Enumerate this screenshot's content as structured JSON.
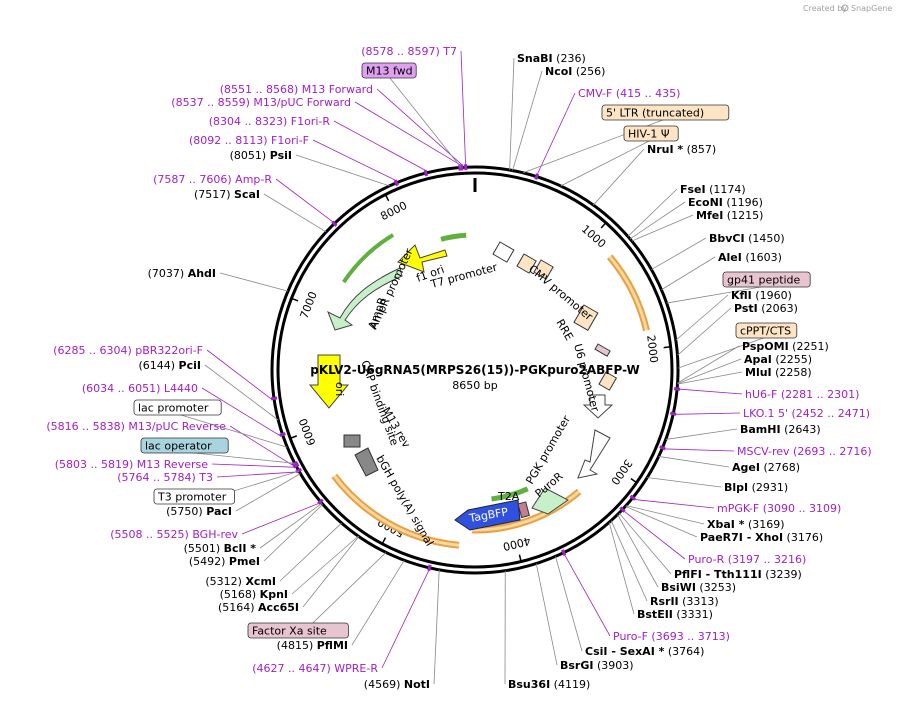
{
  "credit": {
    "text": "Created by",
    "brand": "SnapGene"
  },
  "plasmid": {
    "name": "pKLV2-U6gRNA5(MRPS26(15))-PGKpuro2ABFP-W",
    "length": "8650 bp"
  },
  "ticks": [
    "1000",
    "2000",
    "3000",
    "4000",
    "5000",
    "6000",
    "7000",
    "8000"
  ],
  "sites": [
    {
      "n": "SnaBI",
      "c": "(236)",
      "side": "r"
    },
    {
      "n": "NcoI",
      "c": "(256)",
      "side": "r"
    },
    {
      "n": "NruI *",
      "c": "(857)",
      "side": "r"
    },
    {
      "n": "FseI",
      "c": "(1174)",
      "side": "r"
    },
    {
      "n": "EcoNI",
      "c": "(1196)",
      "side": "r"
    },
    {
      "n": "MfeI",
      "c": "(1215)",
      "side": "r"
    },
    {
      "n": "BbvCI",
      "c": "(1450)",
      "side": "r"
    },
    {
      "n": "AleI",
      "c": "(1603)",
      "side": "r"
    },
    {
      "n": "KflI",
      "c": "(1960)",
      "side": "r"
    },
    {
      "n": "PstI",
      "c": "(2063)",
      "side": "r"
    },
    {
      "n": "PspOMI",
      "c": "(2251)",
      "side": "r"
    },
    {
      "n": "ApaI",
      "c": "(2255)",
      "side": "r"
    },
    {
      "n": "MluI",
      "c": "(2258)",
      "side": "r"
    },
    {
      "n": "BamHI",
      "c": "(2643)",
      "side": "r"
    },
    {
      "n": "AgeI",
      "c": "(2768)",
      "side": "r"
    },
    {
      "n": "BlpI",
      "c": "(2931)",
      "side": "r"
    },
    {
      "n": "XbaI *",
      "c": "(3169)",
      "side": "r"
    },
    {
      "n": "PaeR7I - XhoI",
      "c": "(3176)",
      "side": "r"
    },
    {
      "n": "PflFI - Tth111I",
      "c": "(3239)",
      "side": "r"
    },
    {
      "n": "BsiWI",
      "c": "(3253)",
      "side": "r"
    },
    {
      "n": "RsrII",
      "c": "(3313)",
      "side": "r"
    },
    {
      "n": "BstEII",
      "c": "(3331)",
      "side": "r"
    },
    {
      "n": "CsiI - SexAI *",
      "c": "(3764)",
      "side": "r"
    },
    {
      "n": "BsrGI",
      "c": "(3903)",
      "side": "r"
    },
    {
      "n": "Bsu36I",
      "c": "(4119)",
      "side": "r"
    },
    {
      "n": "NotI",
      "c": "(4569)",
      "side": "l"
    },
    {
      "n": "PflMI",
      "c": "(4815)",
      "side": "l"
    },
    {
      "n": "Acc65I",
      "c": "(5164)",
      "side": "l"
    },
    {
      "n": "KpnI",
      "c": "(5168)",
      "side": "l"
    },
    {
      "n": "XcmI",
      "c": "(5312)",
      "side": "l"
    },
    {
      "n": "PmeI",
      "c": "(5492)",
      "side": "l"
    },
    {
      "n": "BclI *",
      "c": "(5501)",
      "side": "l"
    },
    {
      "n": "PacI",
      "c": "(5750)",
      "side": "l"
    },
    {
      "n": "PciI",
      "c": "(6144)",
      "side": "l"
    },
    {
      "n": "AhdI",
      "c": "(7037)",
      "side": "l"
    },
    {
      "n": "ScaI",
      "c": "(7517)",
      "side": "l"
    },
    {
      "n": "PsiI",
      "c": "(8051)",
      "side": "l"
    }
  ],
  "primers": [
    {
      "n": "T7",
      "c": "(8578 .. 8597)",
      "side": "l"
    },
    {
      "n": "M13 Forward",
      "c": "(8551 .. 8568)",
      "side": "l"
    },
    {
      "n": "M13/pUC Forward",
      "c": "(8537 .. 8559)",
      "side": "l"
    },
    {
      "n": "F1ori-R",
      "c": "(8304 .. 8323)",
      "side": "l"
    },
    {
      "n": "F1ori-F",
      "c": "(8092 .. 8113)",
      "side": "l"
    },
    {
      "n": "Amp-R",
      "c": "(7587 .. 7606)",
      "side": "l"
    },
    {
      "n": "pBR322ori-F",
      "c": "(6285 .. 6304)",
      "side": "l"
    },
    {
      "n": "L4440",
      "c": "(6034 .. 6051)",
      "side": "l"
    },
    {
      "n": "M13/pUC Reverse",
      "c": "(5816 .. 5838)",
      "side": "l"
    },
    {
      "n": "M13 Reverse",
      "c": "(5803 .. 5819)",
      "side": "l"
    },
    {
      "n": "T3",
      "c": "(5764 .. 5784)",
      "side": "l"
    },
    {
      "n": "BGH-rev",
      "c": "(5508 .. 5525)",
      "side": "l"
    },
    {
      "n": "WPRE-R",
      "c": "(4627 .. 4647)",
      "side": "l"
    },
    {
      "n": "CMV-F",
      "c": "(415 .. 435)",
      "side": "r"
    },
    {
      "n": "hU6-F",
      "c": "(2281 .. 2301)",
      "side": "r"
    },
    {
      "n": "LKO.1 5'",
      "c": "(2452 .. 2471)",
      "side": "r"
    },
    {
      "n": "MSCV-rev",
      "c": "(2693 .. 2716)",
      "side": "r"
    },
    {
      "n": "mPGK-F",
      "c": "(3090 .. 3109)",
      "side": "r"
    },
    {
      "n": "Puro-R",
      "c": "(3197 .. 3216)",
      "side": "r"
    },
    {
      "n": "Puro-F",
      "c": "(3693 .. 3713)",
      "side": "r"
    }
  ],
  "boxes": [
    {
      "t": "M13 fwd",
      "fill": "#e0a0f0"
    },
    {
      "t": "5' LTR (truncated)",
      "fill": "#fce4c4"
    },
    {
      "t": "HIV-1 Ψ",
      "fill": "#fce4c4"
    },
    {
      "t": "gp41 peptide",
      "fill": "#e8c4d0"
    },
    {
      "t": "cPPT/CTS",
      "fill": "#fce4c4"
    },
    {
      "t": "lac promoter",
      "fill": "#ffffff"
    },
    {
      "t": "lac operator",
      "fill": "#a8d4e0"
    },
    {
      "t": "T3 promoter",
      "fill": "#ffffff"
    },
    {
      "t": "Factor Xa site",
      "fill": "#e8c4d0"
    }
  ],
  "features": [
    "f1 ori",
    "T7 promoter",
    "CMV promoter",
    "RRE",
    "U6 promoter",
    "PGK promoter",
    "PuroR",
    "T2A",
    "TagBFP",
    "bGH poly(A) signal",
    "M13 rev",
    "CAP binding site",
    "AmpR promoter",
    "AmpR",
    "ori"
  ],
  "colors": {
    "primer": "#a020c8",
    "amp": "#ffff00",
    "ori_green": "#c8f0c8",
    "cmv": "#fce4c4",
    "tagbfp": "#3050e0",
    "backbone": "#000000",
    "wpre": "#f0b060"
  }
}
